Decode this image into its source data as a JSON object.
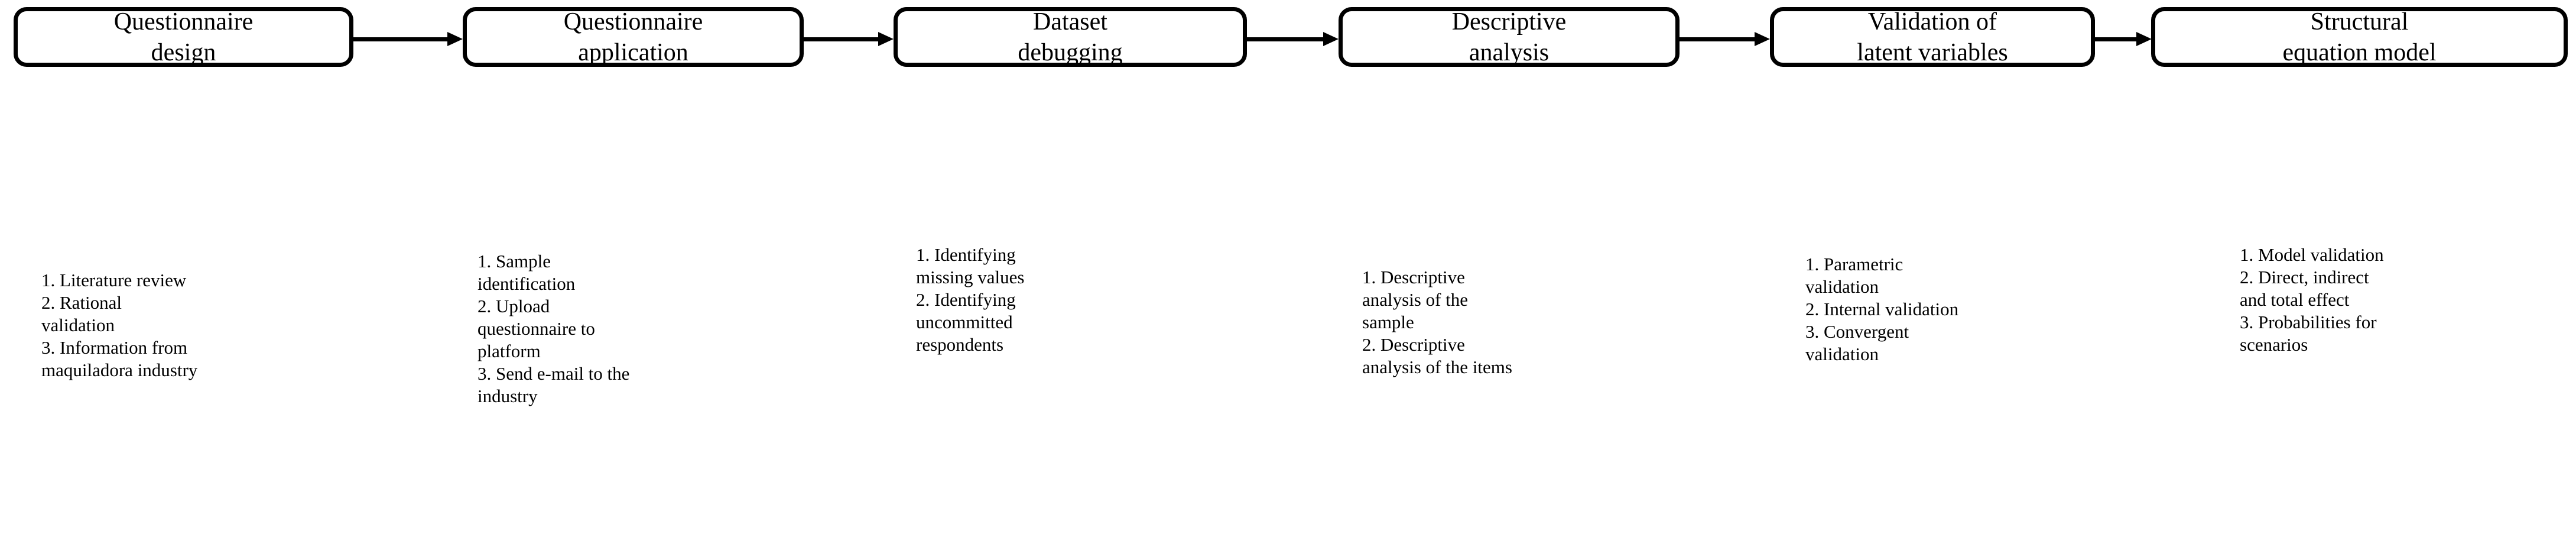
{
  "diagram": {
    "title_present": false,
    "colors": {
      "stroke": "#000000",
      "background": "#ffffff",
      "text": "#000000"
    },
    "stages": [
      {
        "id": "questionnaire-design",
        "box_label": "Questionnaire\ndesign",
        "details": [
          "1. Literature review",
          "2. Rational",
          "validation",
          "3. Information from",
          "maquiladora industry"
        ],
        "details_text": "1. Literature review\n2. Rational\nvalidation\n3. Information from\nmaquiladora industry"
      },
      {
        "id": "questionnaire-application",
        "box_label": "Questionnaire\napplication",
        "details": [
          "1. Sample",
          "identification",
          "2. Upload",
          "questionnaire to",
          "platform",
          "3. Send e-mail to the",
          "industry"
        ],
        "details_text": "1. Sample\nidentification\n2. Upload\nquestionnaire to\nplatform\n3. Send e-mail to the\nindustry"
      },
      {
        "id": "dataset-debugging",
        "box_label": "Dataset\ndebugging",
        "details": [
          "1. Identifying",
          "missing values",
          "2. Identifying",
          "uncommitted",
          "respondents"
        ],
        "details_text": "1. Identifying\nmissing values\n2. Identifying\nuncommitted\nrespondents"
      },
      {
        "id": "descriptive-analysis",
        "box_label": "Descriptive\nanalysis",
        "details": [
          "1. Descriptive",
          "analysis of the",
          "sample",
          "2. Descriptive",
          "analysis of the items"
        ],
        "details_text": "1. Descriptive\nanalysis of the\nsample\n2. Descriptive\nanalysis of the items"
      },
      {
        "id": "validation-of-latent-variables",
        "box_label": "Validation of\nlatent variables",
        "details": [
          "1. Parametric",
          "validation",
          "2. Internal validation",
          "3. Convergent",
          "validation"
        ],
        "details_text": "1. Parametric\nvalidation\n2. Internal validation\n3. Convergent\nvalidation"
      },
      {
        "id": "structural-equation-model",
        "box_label": "Structural\nequation model",
        "details": [
          "1. Model validation",
          "2. Direct, indirect",
          "and total effect",
          "3. Probabilities for",
          "scenarios"
        ],
        "details_text": "1. Model validation\n2. Direct, indirect\nand total effect\n3. Probabilities for\nscenarios"
      }
    ],
    "connectors": [
      {
        "id": "arrow-1-to-2",
        "from": "questionnaire-design",
        "to": "questionnaire-application",
        "glyph": "arrow-right"
      },
      {
        "id": "arrow-2-to-3",
        "from": "questionnaire-application",
        "to": "dataset-debugging",
        "glyph": "arrow-right"
      },
      {
        "id": "arrow-3-to-4",
        "from": "dataset-debugging",
        "to": "descriptive-analysis",
        "glyph": "arrow-right"
      },
      {
        "id": "arrow-4-to-5",
        "from": "descriptive-analysis",
        "to": "validation-of-latent-variables",
        "glyph": "arrow-right"
      },
      {
        "id": "arrow-5-to-6",
        "from": "validation-of-latent-variables",
        "to": "structural-equation-model",
        "glyph": "arrow-right"
      }
    ]
  }
}
